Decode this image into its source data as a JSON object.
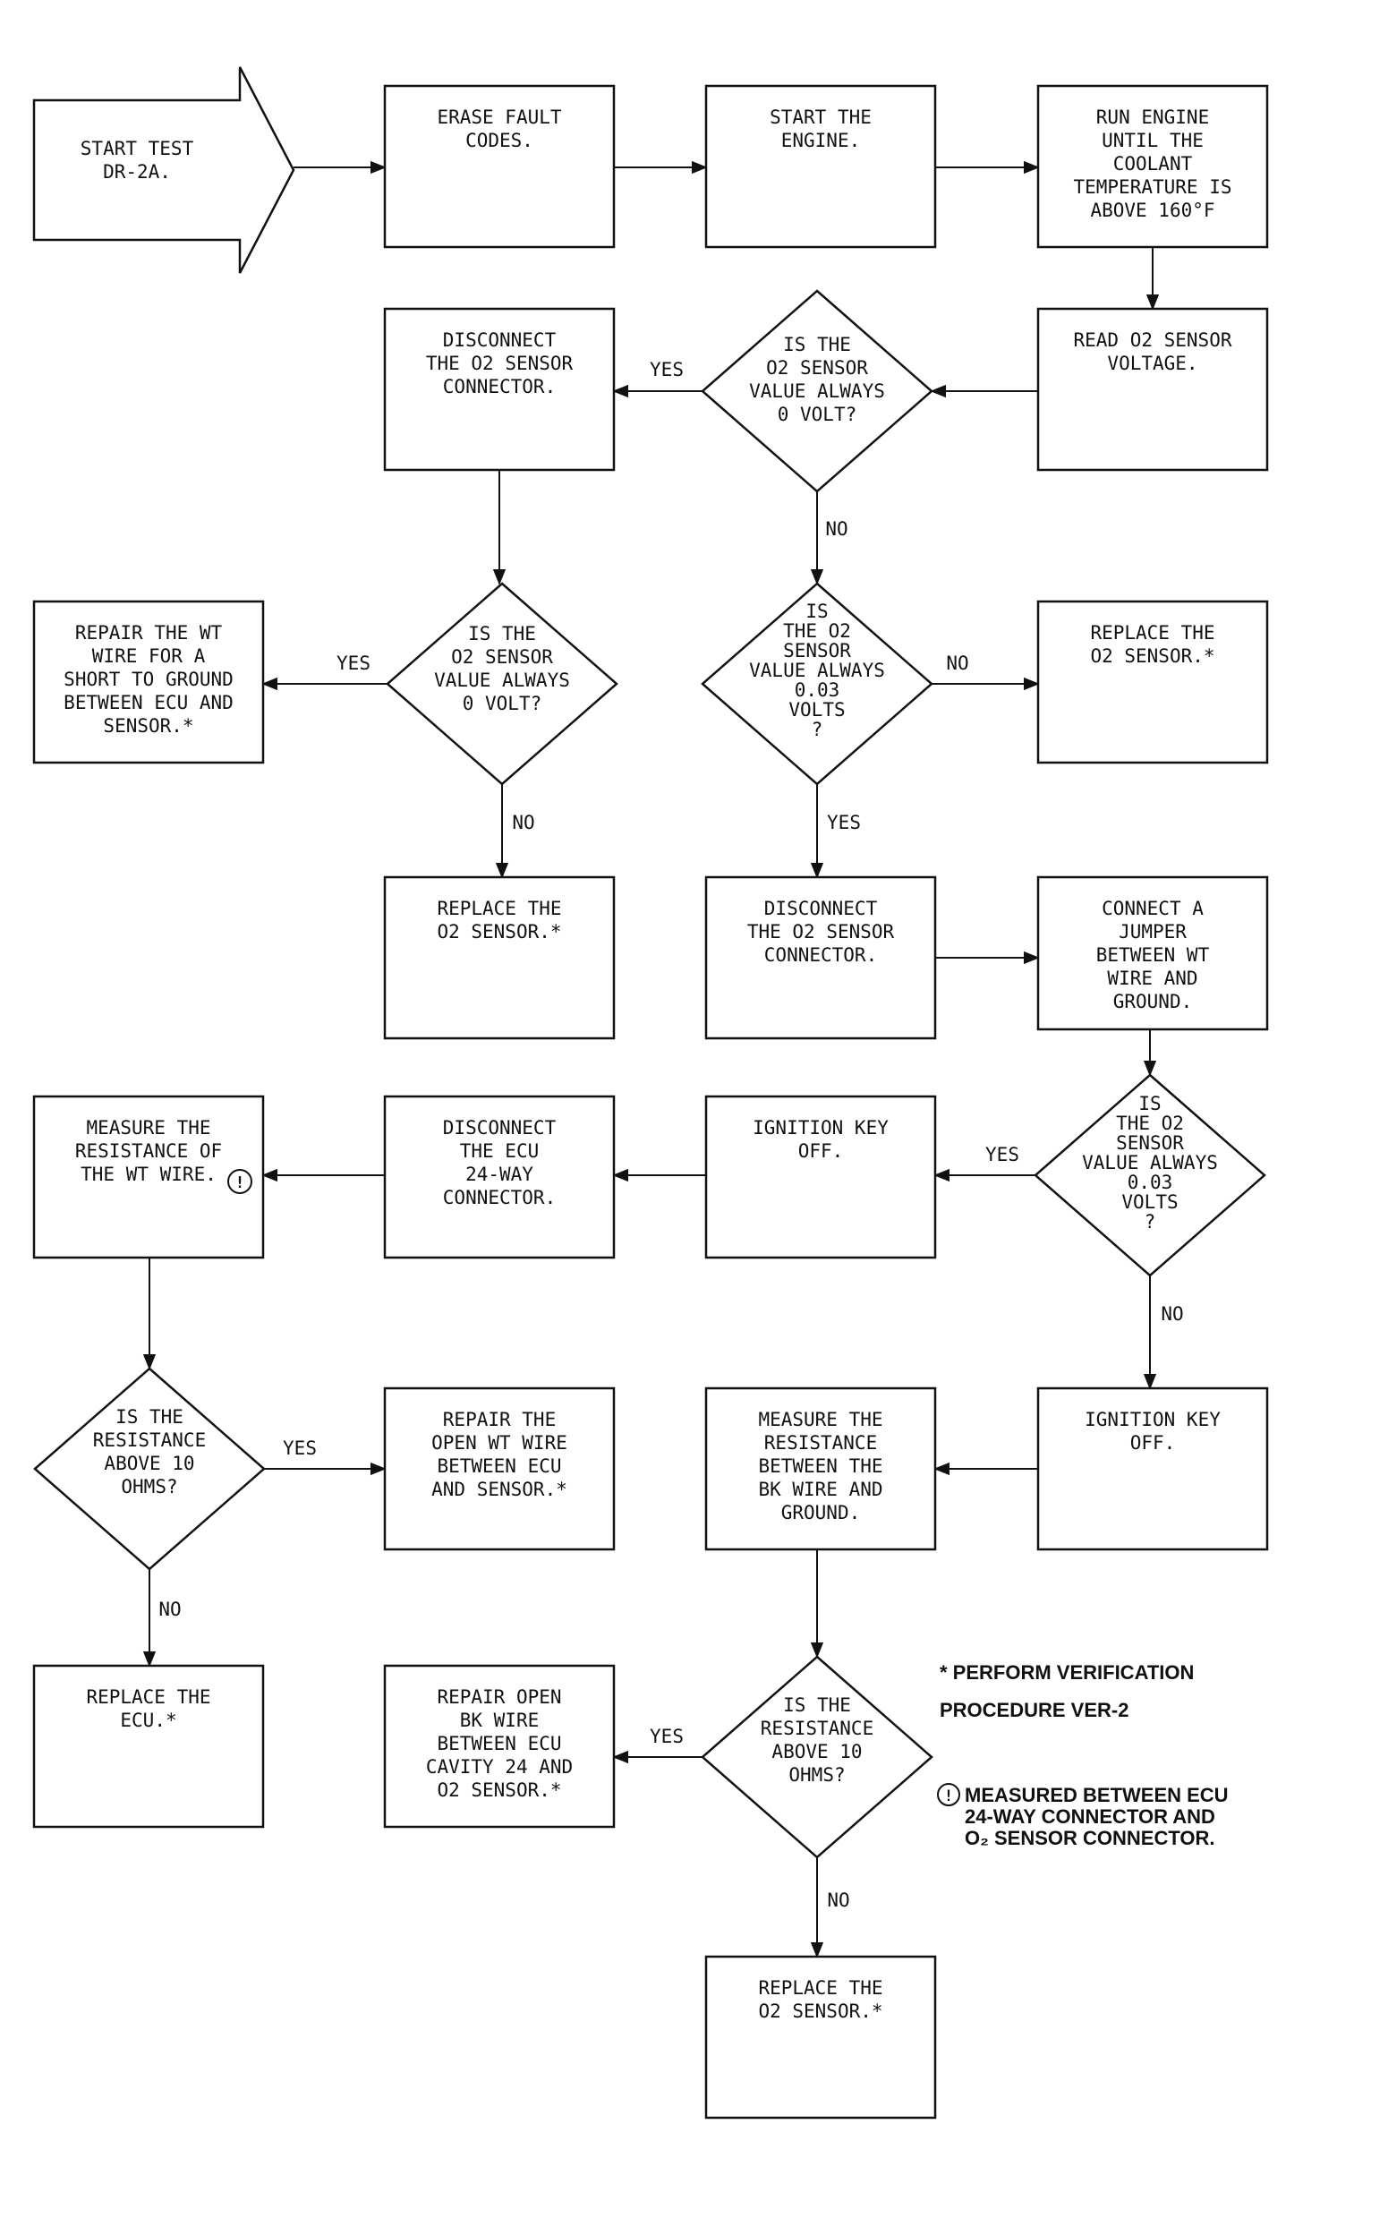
{
  "nodes": {
    "start": [
      "START TEST",
      "DR-2A."
    ],
    "erase": [
      "ERASE FAULT",
      "CODES."
    ],
    "start_engine": [
      "START THE",
      "ENGINE."
    ],
    "run_engine": [
      "RUN ENGINE",
      "UNTIL THE",
      "COOLANT",
      "TEMPERATURE IS",
      "ABOVE 160°F"
    ],
    "read_o2": [
      "READ O2 SENSOR",
      "VOLTAGE."
    ],
    "q_zero_volt": [
      "IS THE",
      "O2 SENSOR",
      "VALUE ALWAYS",
      "0 VOLT?"
    ],
    "disconnect_o2_a": [
      "DISCONNECT",
      "THE O2 SENSOR",
      "CONNECTOR."
    ],
    "q_zero_volt_2": [
      "IS THE",
      "O2 SENSOR",
      "VALUE ALWAYS",
      "0 VOLT?"
    ],
    "repair_wt_short": [
      "REPAIR THE WT",
      "WIRE FOR A",
      "SHORT TO GROUND",
      "BETWEEN ECU AND",
      "SENSOR.*"
    ],
    "replace_o2_a": [
      "REPLACE THE",
      "O2 SENSOR.*"
    ],
    "q_003_volts": [
      "IS",
      "THE O2",
      "SENSOR",
      "VALUE ALWAYS",
      "0.03",
      "VOLTS",
      "?"
    ],
    "replace_o2_b": [
      "REPLACE THE",
      "O2 SENSOR.*"
    ],
    "disconnect_o2_b": [
      "DISCONNECT",
      "THE O2 SENSOR",
      "CONNECTOR."
    ],
    "connect_jumper": [
      "CONNECT A",
      "JUMPER",
      "BETWEEN WT",
      "WIRE AND",
      "GROUND."
    ],
    "q_003_volts_2": [
      "IS",
      "THE O2",
      "SENSOR",
      "VALUE ALWAYS",
      "0.03",
      "VOLTS",
      "?"
    ],
    "ignition_off_a": [
      "IGNITION KEY",
      "OFF."
    ],
    "disconnect_ecu": [
      "DISCONNECT",
      "THE ECU",
      "24-WAY",
      "CONNECTOR."
    ],
    "measure_wt": [
      "MEASURE THE",
      "RESISTANCE OF",
      "THE WT WIRE."
    ],
    "q_resist_wt": [
      "IS THE",
      "RESISTANCE",
      "ABOVE 10",
      "OHMS?"
    ],
    "repair_open_wt": [
      "REPAIR THE",
      "OPEN WT WIRE",
      "BETWEEN ECU",
      "AND SENSOR.*"
    ],
    "replace_ecu": [
      "REPLACE THE",
      "ECU.*"
    ],
    "ignition_off_b": [
      "IGNITION KEY",
      "OFF."
    ],
    "measure_bk": [
      "MEASURE THE",
      "RESISTANCE",
      "BETWEEN THE",
      "BK WIRE AND",
      "GROUND."
    ],
    "q_resist_bk": [
      "IS THE",
      "RESISTANCE",
      "ABOVE 10",
      "OHMS?"
    ],
    "repair_open_bk": [
      "REPAIR OPEN",
      "BK WIRE",
      "BETWEEN ECU",
      "CAVITY 24 AND",
      "O2 SENSOR.*"
    ],
    "replace_o2_c": [
      "REPLACE THE",
      "O2 SENSOR.*"
    ]
  },
  "labels": {
    "yes": "YES",
    "no": "NO"
  },
  "footnote_marker": "!",
  "notes": {
    "verification": [
      "* PERFORM VERIFICATION",
      "PROCEDURE VER-2"
    ],
    "measured": [
      "MEASURED BETWEEN ECU",
      "24-WAY CONNECTOR AND",
      "O₂ SENSOR CONNECTOR."
    ]
  }
}
